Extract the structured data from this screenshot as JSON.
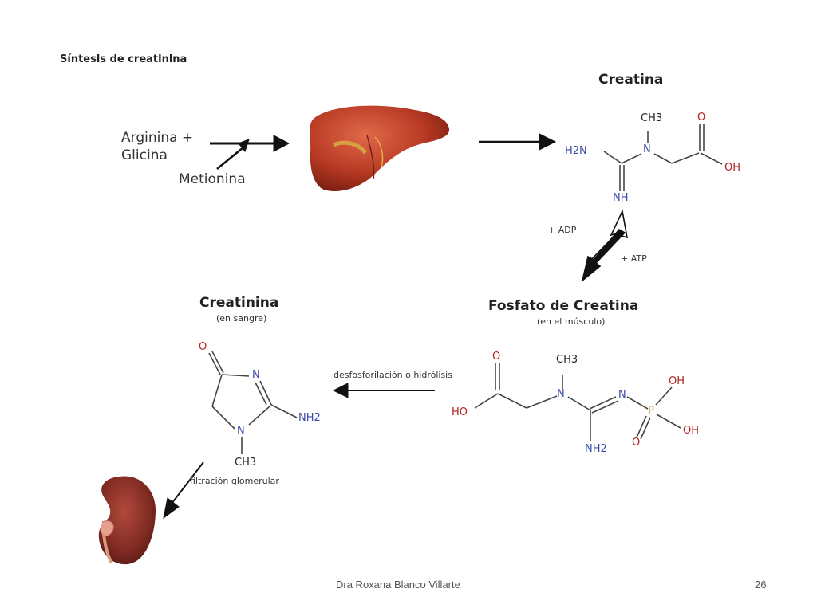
{
  "slide": {
    "title": "Síntesls de creatlnlna",
    "footer_author": "Dra Roxana Blanco Villarte",
    "page_number": "26"
  },
  "reactants": {
    "line1": "Arginina +",
    "line2": "Glicina",
    "cofactor": "Metionina"
  },
  "creatina": {
    "name": "Creatina",
    "atoms": {
      "ch3": "CH3",
      "n": "N",
      "h2n": "H2N",
      "nh": "NH",
      "o": "O",
      "oh": "OH"
    }
  },
  "conversion": {
    "adp": "+ ADP",
    "atp": "+ ATP"
  },
  "fosfato": {
    "name": "Fosfato de Creatina",
    "location": "(en el músculo)",
    "atoms": {
      "o": "O",
      "ho": "HO",
      "ch3": "CH3",
      "n1": "N",
      "n2": "N",
      "p": "P",
      "oh1": "OH",
      "oh2": "OH",
      "o2": "O",
      "nh2": "NH2"
    }
  },
  "creatinina": {
    "name": "Creatinina",
    "location": "(en sangre)",
    "atoms": {
      "o": "O",
      "n1": "N",
      "n2": "N",
      "nh2": "NH2",
      "ch3": "CH3"
    }
  },
  "process": {
    "dephos": "desfosforilación o hidrólisis",
    "filtration": "filtración glomerular"
  },
  "colors": {
    "nitrogen": "#3a4aa8",
    "oxygen": "#b22222",
    "phosphorus": "#c47a1a",
    "organ": "#b5402a"
  }
}
